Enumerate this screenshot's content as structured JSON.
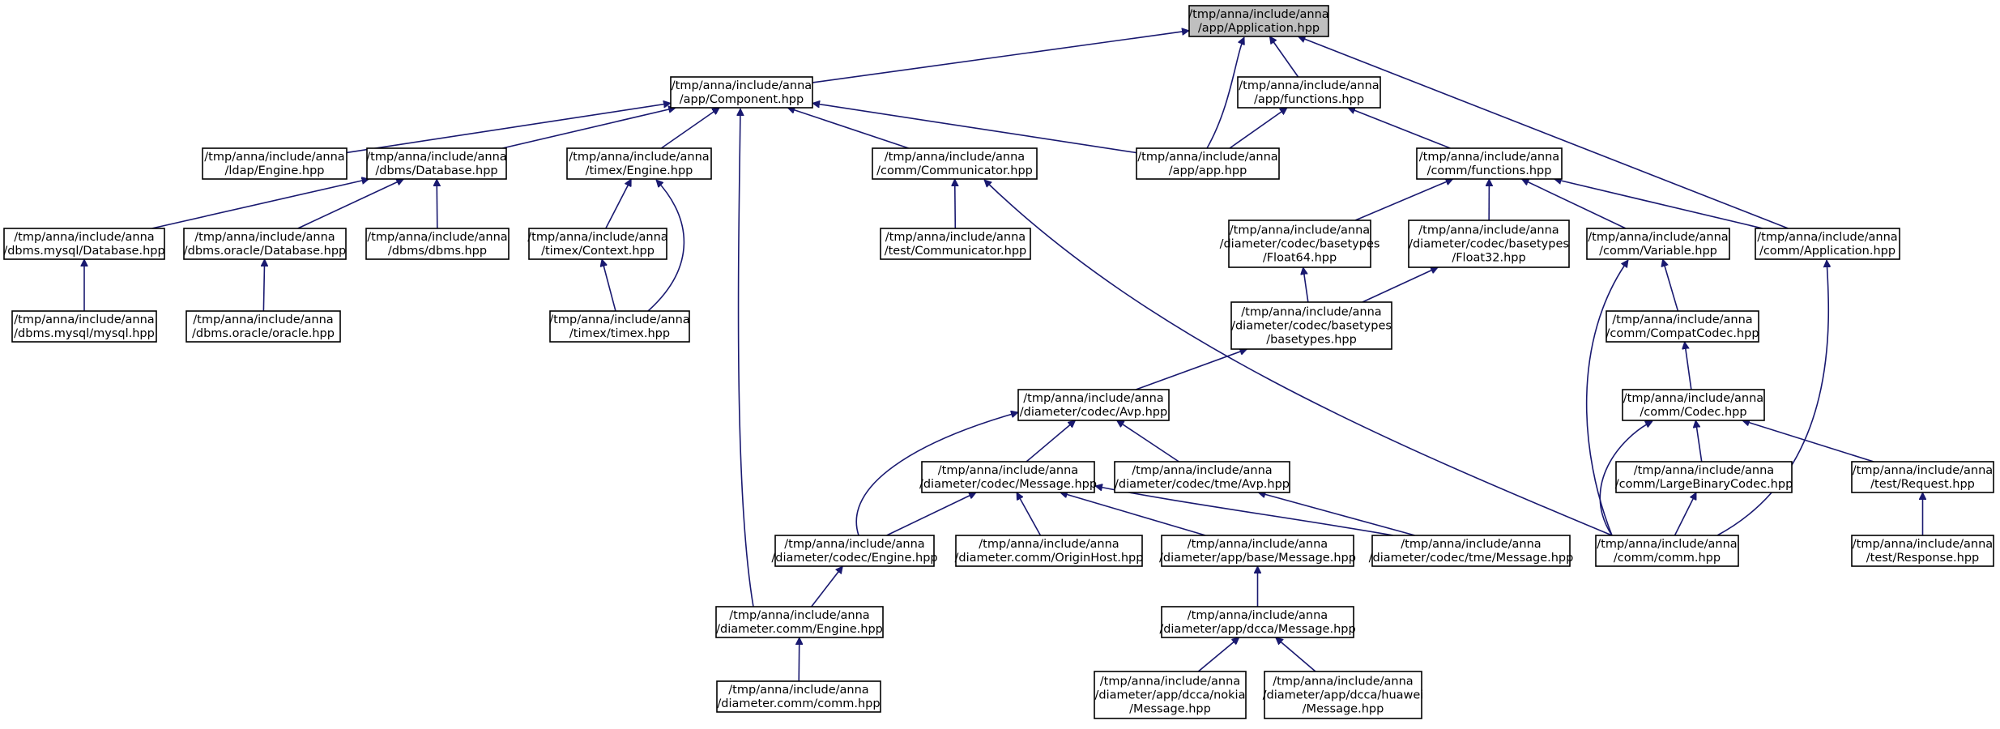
{
  "nodes": [
    {
      "id": "app_application",
      "lines": [
        "/tmp/anna/include/anna",
        "/app/Application.hpp"
      ],
      "root": true
    },
    {
      "id": "app_component",
      "lines": [
        "/tmp/anna/include/anna",
        "/app/Component.hpp"
      ]
    },
    {
      "id": "app_functions",
      "lines": [
        "/tmp/anna/include/anna",
        "/app/functions.hpp"
      ]
    },
    {
      "id": "ldap_engine",
      "lines": [
        "/tmp/anna/include/anna",
        "/ldap/Engine.hpp"
      ]
    },
    {
      "id": "dbms_database",
      "lines": [
        "/tmp/anna/include/anna",
        "/dbms/Database.hpp"
      ]
    },
    {
      "id": "timex_engine",
      "lines": [
        "/tmp/anna/include/anna",
        "/timex/Engine.hpp"
      ]
    },
    {
      "id": "comm_communicator",
      "lines": [
        "/tmp/anna/include/anna",
        "/comm/Communicator.hpp"
      ]
    },
    {
      "id": "app_app",
      "lines": [
        "/tmp/anna/include/anna",
        "/app/app.hpp"
      ]
    },
    {
      "id": "comm_functions",
      "lines": [
        "/tmp/anna/include/anna",
        "/comm/functions.hpp"
      ]
    },
    {
      "id": "dbms_mysql_database",
      "lines": [
        "/tmp/anna/include/anna",
        "/dbms.mysql/Database.hpp"
      ]
    },
    {
      "id": "dbms_oracle_database",
      "lines": [
        "/tmp/anna/include/anna",
        "/dbms.oracle/Database.hpp"
      ]
    },
    {
      "id": "dbms_dbms",
      "lines": [
        "/tmp/anna/include/anna",
        "/dbms/dbms.hpp"
      ]
    },
    {
      "id": "timex_context",
      "lines": [
        "/tmp/anna/include/anna",
        "/timex/Context.hpp"
      ]
    },
    {
      "id": "test_communicator",
      "lines": [
        "/tmp/anna/include/anna",
        "/test/Communicator.hpp"
      ]
    },
    {
      "id": "float64",
      "lines": [
        "/tmp/anna/include/anna",
        "/diameter/codec/basetypes",
        "/Float64.hpp"
      ]
    },
    {
      "id": "float32",
      "lines": [
        "/tmp/anna/include/anna",
        "/diameter/codec/basetypes",
        "/Float32.hpp"
      ]
    },
    {
      "id": "comm_variable",
      "lines": [
        "/tmp/anna/include/anna",
        "/comm/Variable.hpp"
      ]
    },
    {
      "id": "comm_application",
      "lines": [
        "/tmp/anna/include/anna",
        "/comm/Application.hpp"
      ]
    },
    {
      "id": "dbms_mysql_mysql",
      "lines": [
        "/tmp/anna/include/anna",
        "/dbms.mysql/mysql.hpp"
      ]
    },
    {
      "id": "dbms_oracle_oracle",
      "lines": [
        "/tmp/anna/include/anna",
        "/dbms.oracle/oracle.hpp"
      ]
    },
    {
      "id": "timex_timex",
      "lines": [
        "/tmp/anna/include/anna",
        "/timex/timex.hpp"
      ]
    },
    {
      "id": "basetypes",
      "lines": [
        "/tmp/anna/include/anna",
        "/diameter/codec/basetypes",
        "/basetypes.hpp"
      ]
    },
    {
      "id": "comm_compatcodec",
      "lines": [
        "/tmp/anna/include/anna",
        "/comm/CompatCodec.hpp"
      ]
    },
    {
      "id": "codec_avp",
      "lines": [
        "/tmp/anna/include/anna",
        "/diameter/codec/Avp.hpp"
      ]
    },
    {
      "id": "comm_codec",
      "lines": [
        "/tmp/anna/include/anna",
        "/comm/Codec.hpp"
      ]
    },
    {
      "id": "codec_message",
      "lines": [
        "/tmp/anna/include/anna",
        "/diameter/codec/Message.hpp"
      ]
    },
    {
      "id": "tme_avp",
      "lines": [
        "/tmp/anna/include/anna",
        "/diameter/codec/tme/Avp.hpp"
      ]
    },
    {
      "id": "comm_largebinarycodec",
      "lines": [
        "/tmp/anna/include/anna",
        "/comm/LargeBinaryCodec.hpp"
      ]
    },
    {
      "id": "test_request",
      "lines": [
        "/tmp/anna/include/anna",
        "/test/Request.hpp"
      ]
    },
    {
      "id": "codec_engine",
      "lines": [
        "/tmp/anna/include/anna",
        "/diameter/codec/Engine.hpp"
      ]
    },
    {
      "id": "originhost",
      "lines": [
        "/tmp/anna/include/anna",
        "/diameter.comm/OriginHost.hpp"
      ]
    },
    {
      "id": "app_base_message",
      "lines": [
        "/tmp/anna/include/anna",
        "/diameter/app/base/Message.hpp"
      ]
    },
    {
      "id": "tme_message",
      "lines": [
        "/tmp/anna/include/anna",
        "/diameter/codec/tme/Message.hpp"
      ]
    },
    {
      "id": "comm_comm",
      "lines": [
        "/tmp/anna/include/anna",
        "/comm/comm.hpp"
      ]
    },
    {
      "id": "test_response",
      "lines": [
        "/tmp/anna/include/anna",
        "/test/Response.hpp"
      ]
    },
    {
      "id": "diameter_comm_engine",
      "lines": [
        "/tmp/anna/include/anna",
        "/diameter.comm/Engine.hpp"
      ]
    },
    {
      "id": "dcca_message",
      "lines": [
        "/tmp/anna/include/anna",
        "/diameter/app/dcca/Message.hpp"
      ]
    },
    {
      "id": "diameter_comm_comm",
      "lines": [
        "/tmp/anna/include/anna",
        "/diameter.comm/comm.hpp"
      ]
    },
    {
      "id": "dcca_nokia_message",
      "lines": [
        "/tmp/anna/include/anna",
        "/diameter/app/dcca/nokia",
        "/Message.hpp"
      ]
    },
    {
      "id": "dcca_huawei_message",
      "lines": [
        "/tmp/anna/include/anna",
        "/diameter/app/dcca/huawei",
        "/Message.hpp"
      ]
    }
  ],
  "edges": [
    [
      "app_component",
      "app_application"
    ],
    [
      "app_app",
      "app_application"
    ],
    [
      "app_functions",
      "app_application"
    ],
    [
      "comm_application",
      "app_application"
    ],
    [
      "ldap_engine",
      "app_component"
    ],
    [
      "dbms_database",
      "app_component"
    ],
    [
      "timex_engine",
      "app_component"
    ],
    [
      "comm_communicator",
      "app_component"
    ],
    [
      "app_app",
      "app_component"
    ],
    [
      "diameter_comm_engine",
      "app_component"
    ],
    [
      "app_app",
      "app_functions"
    ],
    [
      "comm_functions",
      "app_functions"
    ],
    [
      "dbms_mysql_database",
      "dbms_database"
    ],
    [
      "dbms_oracle_database",
      "dbms_database"
    ],
    [
      "dbms_dbms",
      "dbms_database"
    ],
    [
      "timex_context",
      "timex_engine"
    ],
    [
      "timex_timex",
      "timex_engine"
    ],
    [
      "test_communicator",
      "comm_communicator"
    ],
    [
      "comm_comm",
      "comm_communicator"
    ],
    [
      "float64",
      "comm_functions"
    ],
    [
      "float32",
      "comm_functions"
    ],
    [
      "comm_variable",
      "comm_functions"
    ],
    [
      "comm_application",
      "comm_functions"
    ],
    [
      "dbms_mysql_mysql",
      "dbms_mysql_database"
    ],
    [
      "dbms_oracle_oracle",
      "dbms_oracle_database"
    ],
    [
      "timex_timex",
      "timex_context"
    ],
    [
      "basetypes",
      "float64"
    ],
    [
      "basetypes",
      "float32"
    ],
    [
      "comm_compatcodec",
      "comm_variable"
    ],
    [
      "comm_comm",
      "comm_variable"
    ],
    [
      "comm_comm",
      "comm_application"
    ],
    [
      "codec_avp",
      "basetypes"
    ],
    [
      "comm_codec",
      "comm_compatcodec"
    ],
    [
      "codec_message",
      "codec_avp"
    ],
    [
      "tme_avp",
      "codec_avp"
    ],
    [
      "codec_engine",
      "codec_avp"
    ],
    [
      "comm_largebinarycodec",
      "comm_codec"
    ],
    [
      "test_request",
      "comm_codec"
    ],
    [
      "comm_comm",
      "comm_codec"
    ],
    [
      "codec_engine",
      "codec_message"
    ],
    [
      "originhost",
      "codec_message"
    ],
    [
      "app_base_message",
      "codec_message"
    ],
    [
      "tme_message",
      "codec_message"
    ],
    [
      "tme_message",
      "tme_avp"
    ],
    [
      "comm_comm",
      "comm_largebinarycodec"
    ],
    [
      "test_response",
      "test_request"
    ],
    [
      "diameter_comm_engine",
      "codec_engine"
    ],
    [
      "dcca_message",
      "app_base_message"
    ],
    [
      "diameter_comm_comm",
      "diameter_comm_engine"
    ],
    [
      "dcca_nokia_message",
      "dcca_message"
    ],
    [
      "dcca_huawei_message",
      "dcca_message"
    ]
  ]
}
